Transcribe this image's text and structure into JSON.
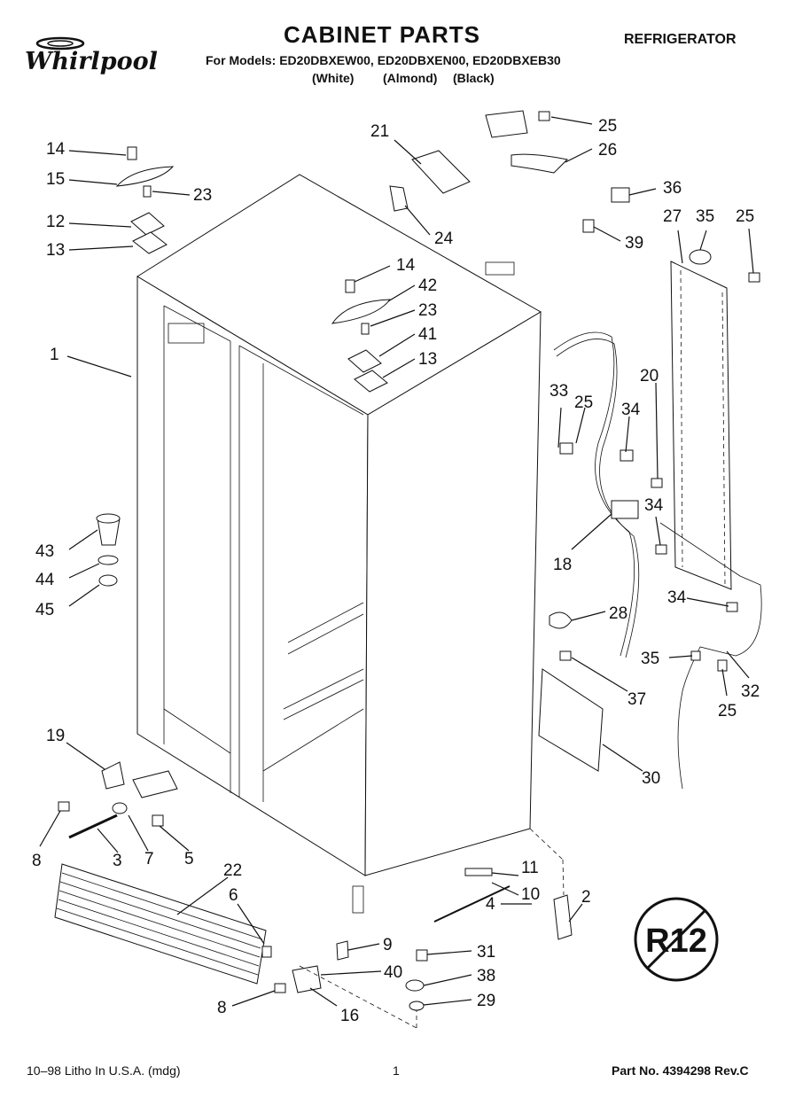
{
  "header": {
    "brand": "Whirlpool",
    "title": "CABINET PARTS",
    "category": "REFRIGERATOR",
    "models_line": "For Models: ED20DBXEW00, ED20DBXEN00, ED20DBXEB30",
    "variants": [
      "(White)",
      "(Almond)",
      "(Black)"
    ]
  },
  "badge": {
    "text": "R12"
  },
  "callouts": [
    {
      "num": "14"
    },
    {
      "num": "15"
    },
    {
      "num": "23"
    },
    {
      "num": "12"
    },
    {
      "num": "13"
    },
    {
      "num": "21"
    },
    {
      "num": "24"
    },
    {
      "num": "25"
    },
    {
      "num": "26"
    },
    {
      "num": "36"
    },
    {
      "num": "39"
    },
    {
      "num": "27"
    },
    {
      "num": "35"
    },
    {
      "num": "25"
    },
    {
      "num": "14"
    },
    {
      "num": "42"
    },
    {
      "num": "23"
    },
    {
      "num": "41"
    },
    {
      "num": "13"
    },
    {
      "num": "1"
    },
    {
      "num": "20"
    },
    {
      "num": "33"
    },
    {
      "num": "25"
    },
    {
      "num": "34"
    },
    {
      "num": "43"
    },
    {
      "num": "44"
    },
    {
      "num": "45"
    },
    {
      "num": "34"
    },
    {
      "num": "18"
    },
    {
      "num": "34"
    },
    {
      "num": "28"
    },
    {
      "num": "35"
    },
    {
      "num": "37"
    },
    {
      "num": "32"
    },
    {
      "num": "25"
    },
    {
      "num": "19"
    },
    {
      "num": "30"
    },
    {
      "num": "8"
    },
    {
      "num": "3"
    },
    {
      "num": "7"
    },
    {
      "num": "5"
    },
    {
      "num": "22"
    },
    {
      "num": "11"
    },
    {
      "num": "10"
    },
    {
      "num": "6"
    },
    {
      "num": "2"
    },
    {
      "num": "4"
    },
    {
      "num": "9"
    },
    {
      "num": "31"
    },
    {
      "num": "40"
    },
    {
      "num": "38"
    },
    {
      "num": "8"
    },
    {
      "num": "29"
    },
    {
      "num": "16"
    }
  ],
  "footer": {
    "left": "10–98 Litho In U.S.A. (mdg)",
    "page": "1",
    "right": "Part No. 4394298 Rev.C"
  }
}
